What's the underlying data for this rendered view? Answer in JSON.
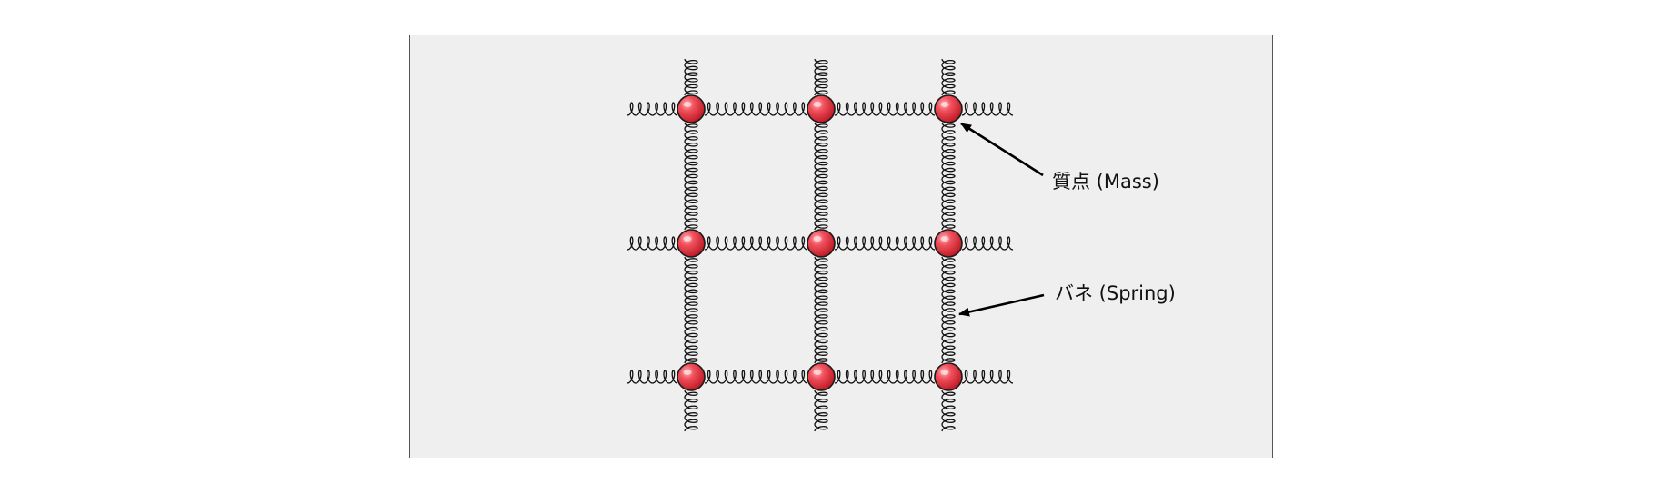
{
  "labels": {
    "mass": "質点 (Mass)",
    "spring": "バネ (Spring)"
  },
  "lattice": {
    "rows": 3,
    "cols": 3
  },
  "colors": {
    "frame_background": "#efefef",
    "frame_border": "#555555",
    "mass_fill": "#e23a47",
    "spring_stroke": "#111111",
    "arrow": "#000000"
  }
}
